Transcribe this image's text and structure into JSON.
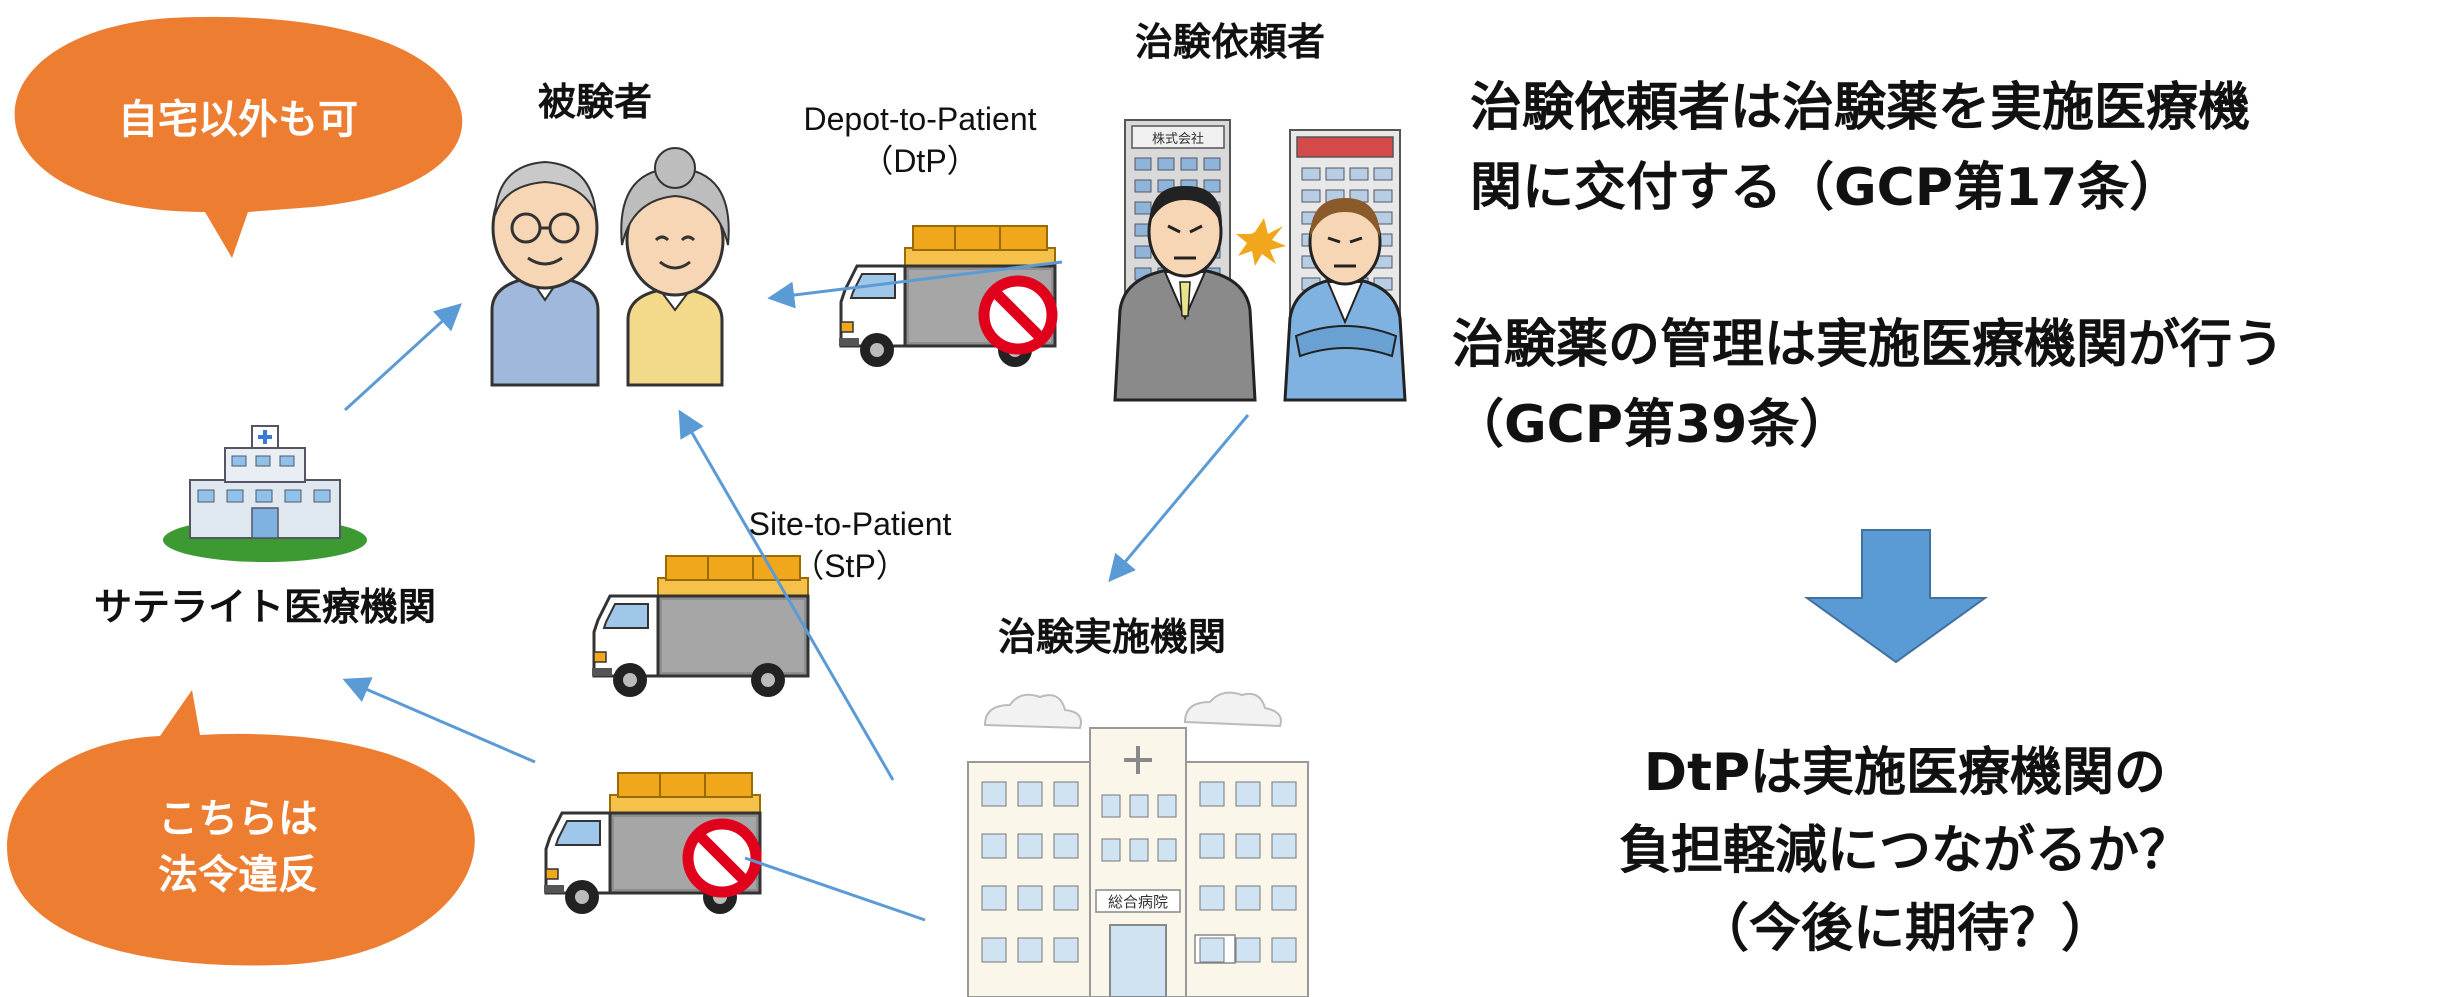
{
  "nodes": {
    "subject": "被験者",
    "sponsor": "治験依頼者",
    "satellite": "サテライト医療機関",
    "site": "治験実施機関"
  },
  "routes": {
    "dtp_name": "Depot-to-Patient",
    "dtp_abbr": "（DtP）",
    "stp_name": "Site-to-Patient",
    "stp_abbr": "（StP）"
  },
  "bubbles": {
    "top": "自宅以外も可",
    "bottom_line1": "こちらは",
    "bottom_line2": "法令違反"
  },
  "statements": {
    "s1_line1": "治験依頼者は治験薬を実施医療機",
    "s1_line2": "関に交付する（GCP第17条）",
    "s2_line1": "治験薬の管理は実施医療機関が行う",
    "s2_line2": "（GCP第39条）",
    "q_line1": "DtPは実施医療機関の",
    "q_line2": "負担軽減につながるか？",
    "q_line3": "（今後に期待？）"
  },
  "building_signs": {
    "company": "株式会社",
    "hospital": "総合病院"
  },
  "colors": {
    "bubble": "#ED7D31",
    "arrow": "#5B9BD5",
    "down_arrow": "#5B9BD5",
    "prohibit": "#E0001B",
    "truck_cargo": "#F0A71C"
  },
  "icons": [
    "elderly-couple-icon",
    "truck-icon",
    "prohibition-icon",
    "office-buildings-icon",
    "businessmen-icon",
    "hospital-icon",
    "satellite-clinic-icon",
    "down-arrow-icon"
  ]
}
